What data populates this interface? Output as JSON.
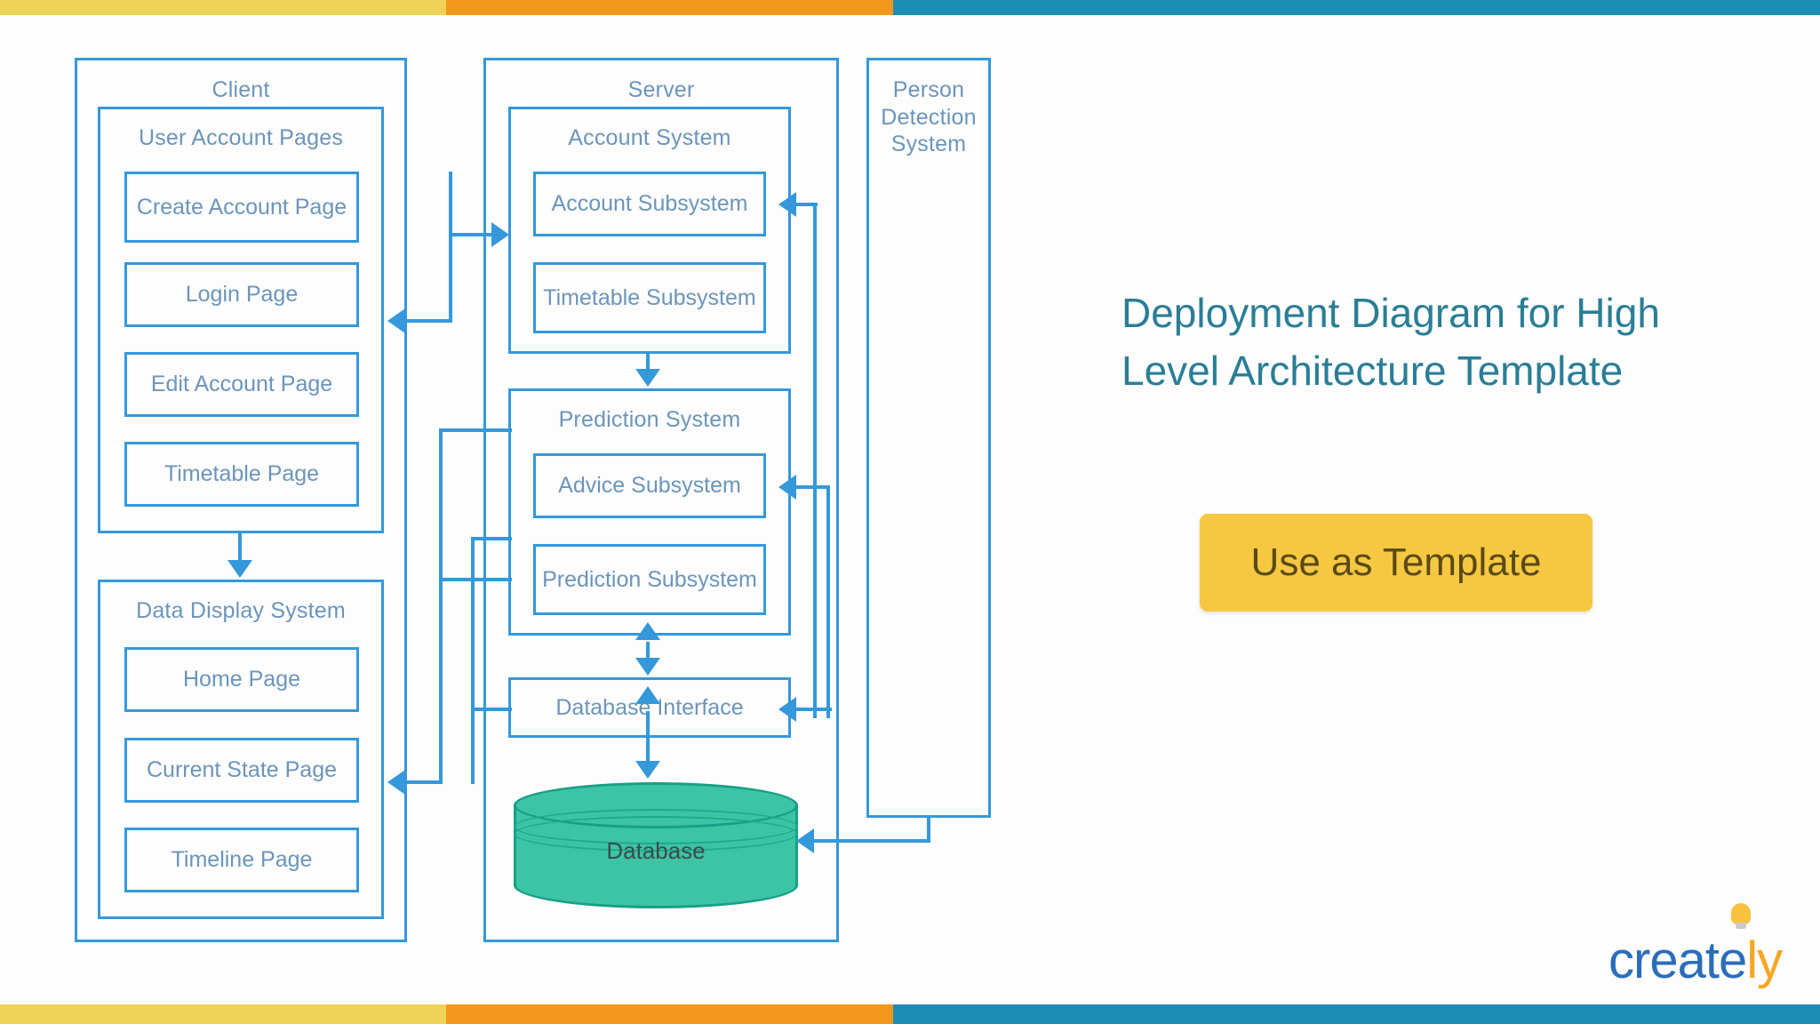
{
  "decor": {
    "top_bar_colors": [
      "#efd358",
      "#f5971d",
      "#1c8db5"
    ],
    "bottom_bar_colors": [
      "#efd358",
      "#f5971d",
      "#1c8db5"
    ],
    "node_border": "#3498db",
    "node_text": "#6b95bb",
    "database_fill": "#3cc4a5",
    "title_color": "#2a7e96",
    "button_color": "#f6c842"
  },
  "diagram": {
    "client": {
      "title": "Client",
      "groups": [
        {
          "title": "User Account Pages",
          "items": [
            {
              "label": "Create Account Page"
            },
            {
              "label": "Login Page"
            },
            {
              "label": "Edit Account Page"
            },
            {
              "label": "Timetable Page"
            }
          ]
        },
        {
          "title": "Data Display System",
          "items": [
            {
              "label": "Home Page"
            },
            {
              "label": "Current State Page"
            },
            {
              "label": "Timeline Page"
            }
          ]
        }
      ]
    },
    "server": {
      "title": "Server",
      "groups": [
        {
          "title": "Account System",
          "items": [
            {
              "label": "Account Subsystem"
            },
            {
              "label": "Timetable Subsystem"
            }
          ]
        },
        {
          "title": "Prediction System",
          "items": [
            {
              "label": "Advice Subsystem"
            },
            {
              "label": "Prediction Subsystem"
            }
          ]
        }
      ],
      "database_interface": "Database Interface",
      "database": "Database"
    },
    "person_detection": {
      "title": "Person Detection System"
    }
  },
  "panel": {
    "heading": "Deployment Diagram for High Level Architecture Template",
    "button_label": "Use as Template"
  },
  "branding": {
    "logo_part1": "creat",
    "logo_part2": "e",
    "logo_part3": "ly"
  }
}
